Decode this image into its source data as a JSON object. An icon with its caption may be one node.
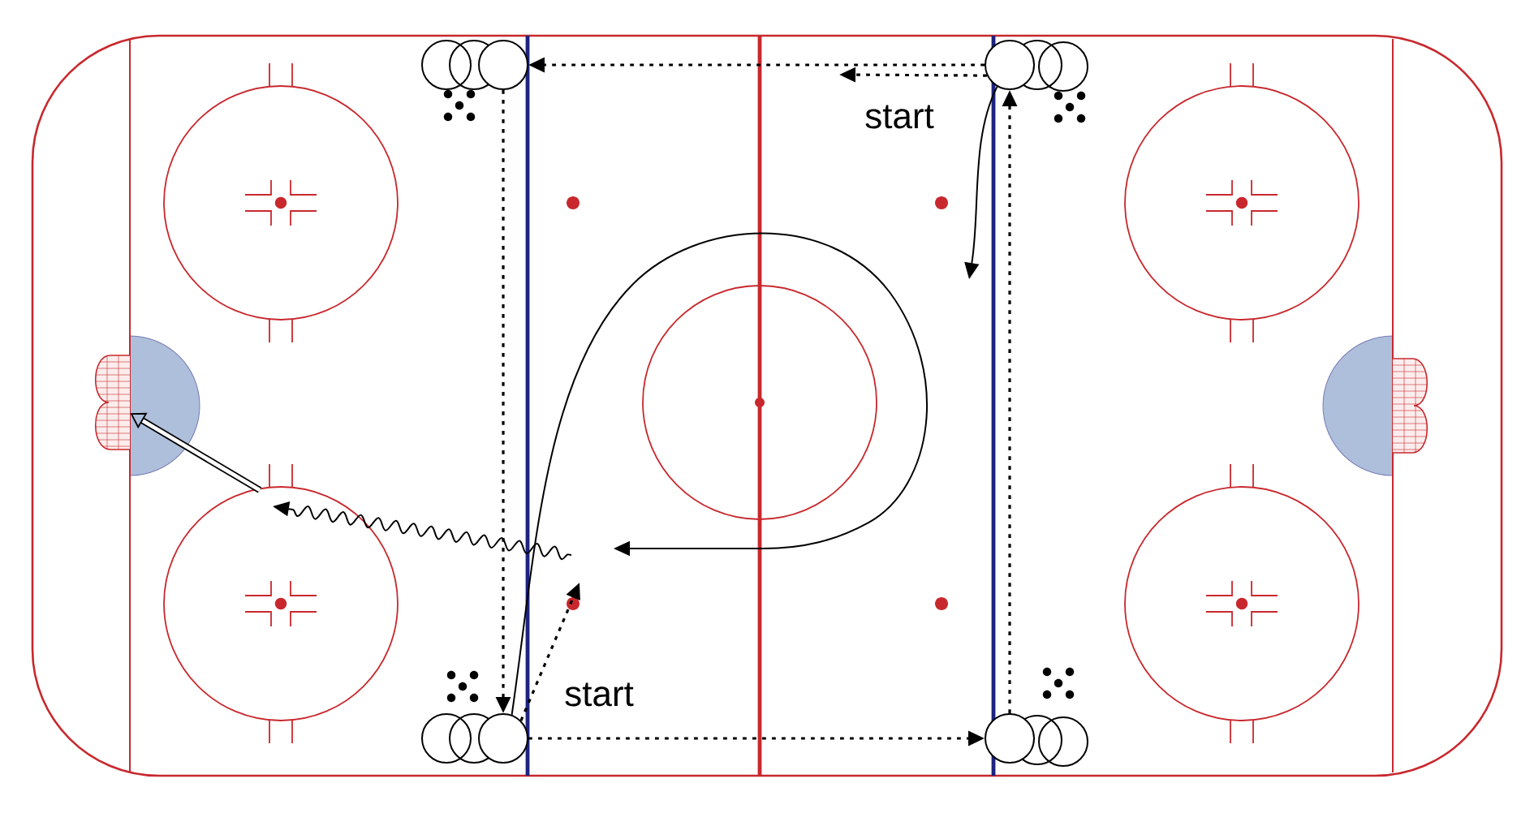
{
  "diagram": {
    "nodes": [
      {
        "text": [],
        "shape": "circle"
      },
      {
        "text": [],
        "shape": "circle"
      },
      {
        "text": [],
        "shape": "picture"
      },
      {
        "text": [],
        "shape": "circle"
      },
      {
        "text": [],
        "shape": "circle"
      }
    ],
    "edges": [
      {
        "from": 1,
        "to": 0,
        "arrow": "to",
        "style": "dashed"
      },
      {
        "from": 1,
        "to": null,
        "arrow": "to",
        "style": "dashed"
      },
      {
        "from": 1,
        "to": null,
        "arrow": "to"
      },
      {
        "from": 0,
        "to": 3,
        "arrow": "to",
        "style": "dashed"
      },
      {
        "from": 3,
        "to": 4,
        "arrow": "to",
        "style": "dashed"
      },
      {
        "from": 4,
        "to": 1,
        "arrow": "to",
        "style": "dashed"
      },
      {
        "from": 3,
        "to": null,
        "arrow": "to"
      },
      {
        "from": 3,
        "to": null,
        "arrow": "to",
        "style": "dashed"
      },
      {
        "from": null,
        "to": 2,
        "arrow": "to",
        "style": "thick"
      }
    ],
    "labels": [
      "start",
      "start"
    ]
  }
}
